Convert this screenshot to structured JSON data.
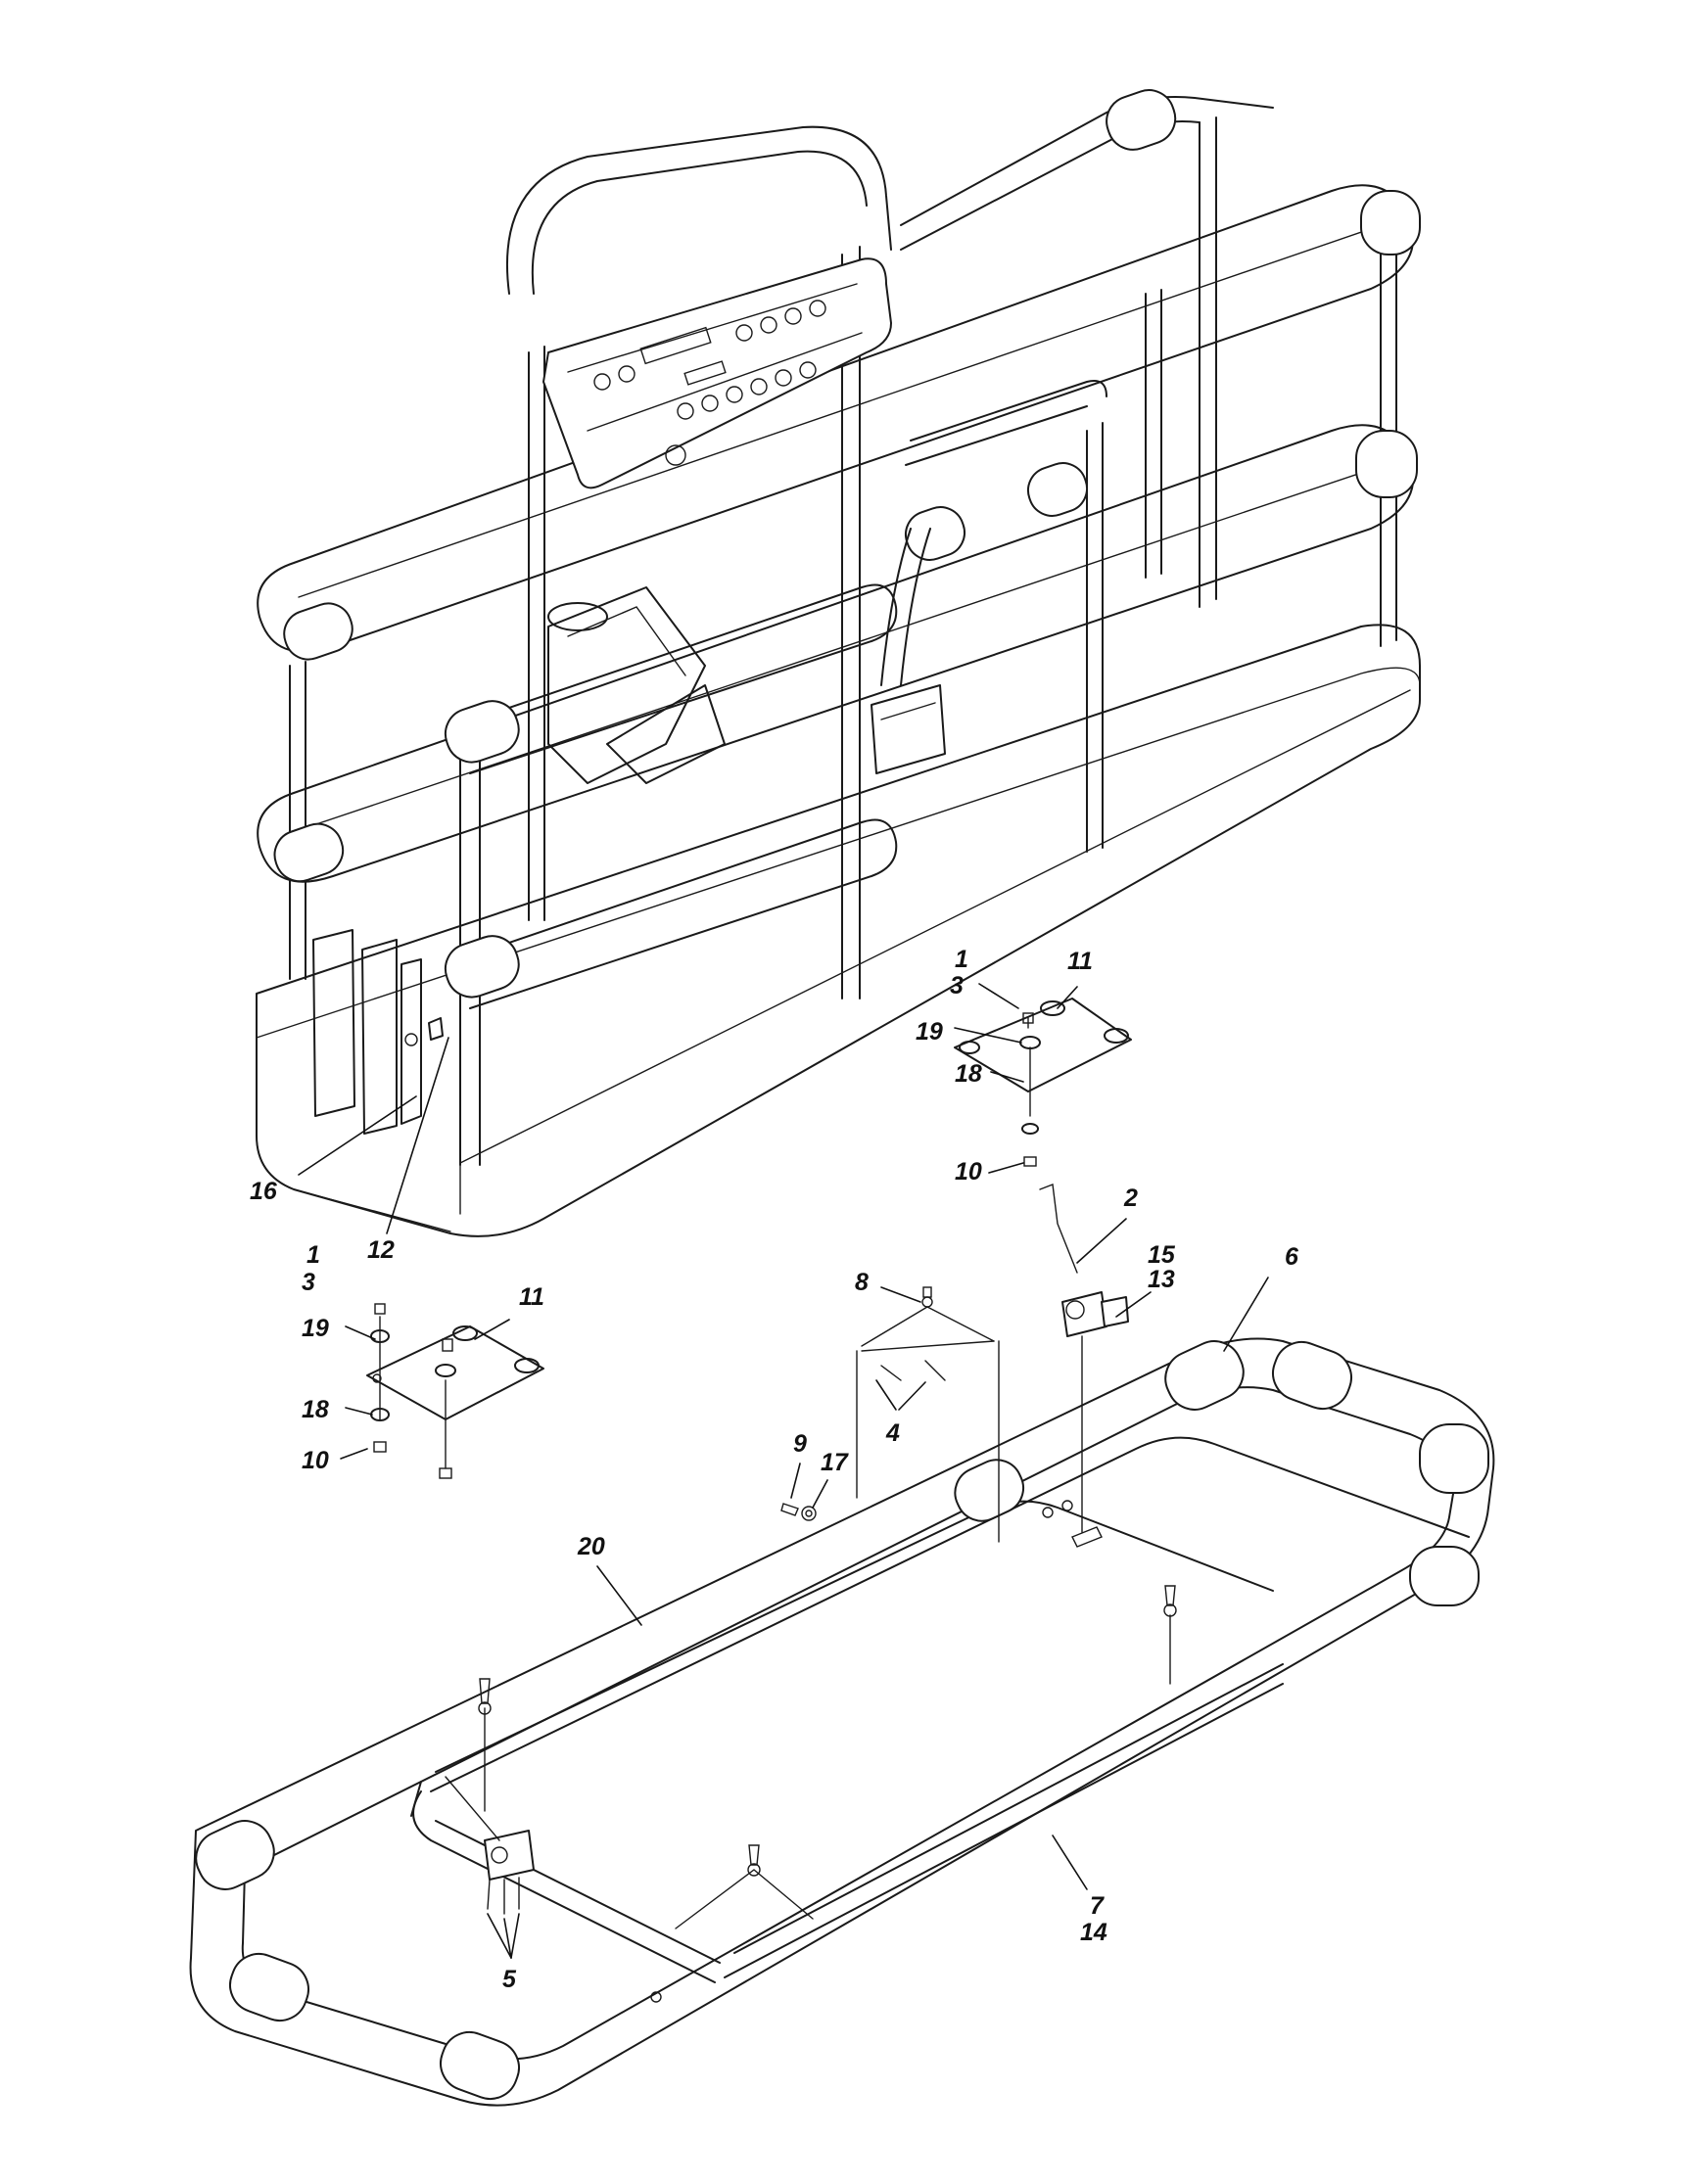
{
  "callouts": [
    {
      "id": "c1a",
      "text": "1"
    },
    {
      "id": "c3a",
      "text": "3"
    },
    {
      "id": "c11a",
      "text": "11"
    },
    {
      "id": "c19a",
      "text": "19"
    },
    {
      "id": "c18a",
      "text": "18"
    },
    {
      "id": "c10a",
      "text": "10"
    },
    {
      "id": "c16",
      "text": "16"
    },
    {
      "id": "c12",
      "text": "12"
    },
    {
      "id": "c2",
      "text": "2"
    },
    {
      "id": "c15",
      "text": "15"
    },
    {
      "id": "c13",
      "text": "13"
    },
    {
      "id": "c6",
      "text": "6"
    },
    {
      "id": "c8",
      "text": "8"
    },
    {
      "id": "c4",
      "text": "4"
    },
    {
      "id": "c1b",
      "text": "1"
    },
    {
      "id": "c3b",
      "text": "3"
    },
    {
      "id": "c11b",
      "text": "11"
    },
    {
      "id": "c19b",
      "text": "19"
    },
    {
      "id": "c18b",
      "text": "18"
    },
    {
      "id": "c10b",
      "text": "10"
    },
    {
      "id": "c9",
      "text": "9"
    },
    {
      "id": "c17",
      "text": "17"
    },
    {
      "id": "c20",
      "text": "20"
    },
    {
      "id": "c5",
      "text": "5"
    },
    {
      "id": "c7",
      "text": "7"
    },
    {
      "id": "c14",
      "text": "14"
    }
  ]
}
